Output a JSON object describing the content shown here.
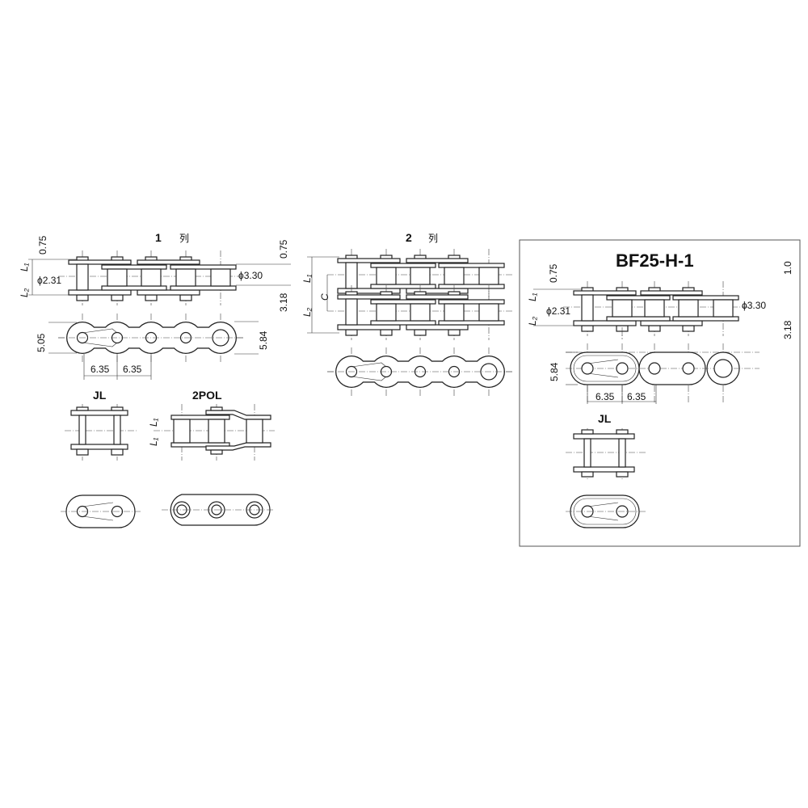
{
  "section_single": {
    "title_number": "1",
    "title_kanji": "列",
    "dims": {
      "pin_plate_left": "0.75",
      "pin_plate_right": "0.75",
      "l1": "L₁",
      "l2": "L₂",
      "pin_dia": "ϕ2.31",
      "roller_dia": "ϕ3.30",
      "offset": "3.18",
      "inner_height": "5.05",
      "outer_height": "5.84",
      "pitch_a": "6.35",
      "pitch_b": "6.35"
    }
  },
  "section_double": {
    "title_number": "2",
    "title_kanji": "列",
    "dims": {
      "l1": "L₁",
      "l2": "L₂",
      "c": "C"
    }
  },
  "joint_link": {
    "label": "JL"
  },
  "offset_link": {
    "label": "2POL",
    "dims": {
      "l1_top": "L₁",
      "l1_bottom": "L₁"
    }
  },
  "bf25": {
    "title": "BF25-H-1",
    "dims": {
      "pin_plate_left": "0.75",
      "pin_plate_right": "1.0",
      "l1": "L₁",
      "l2": "L₂",
      "pin_dia": "ϕ2.31",
      "roller_dia": "ϕ3.30",
      "offset": "3.18",
      "plate_height": "5.84",
      "pitch_a": "6.35",
      "pitch_b": "6.35"
    },
    "joint_label": "JL"
  }
}
